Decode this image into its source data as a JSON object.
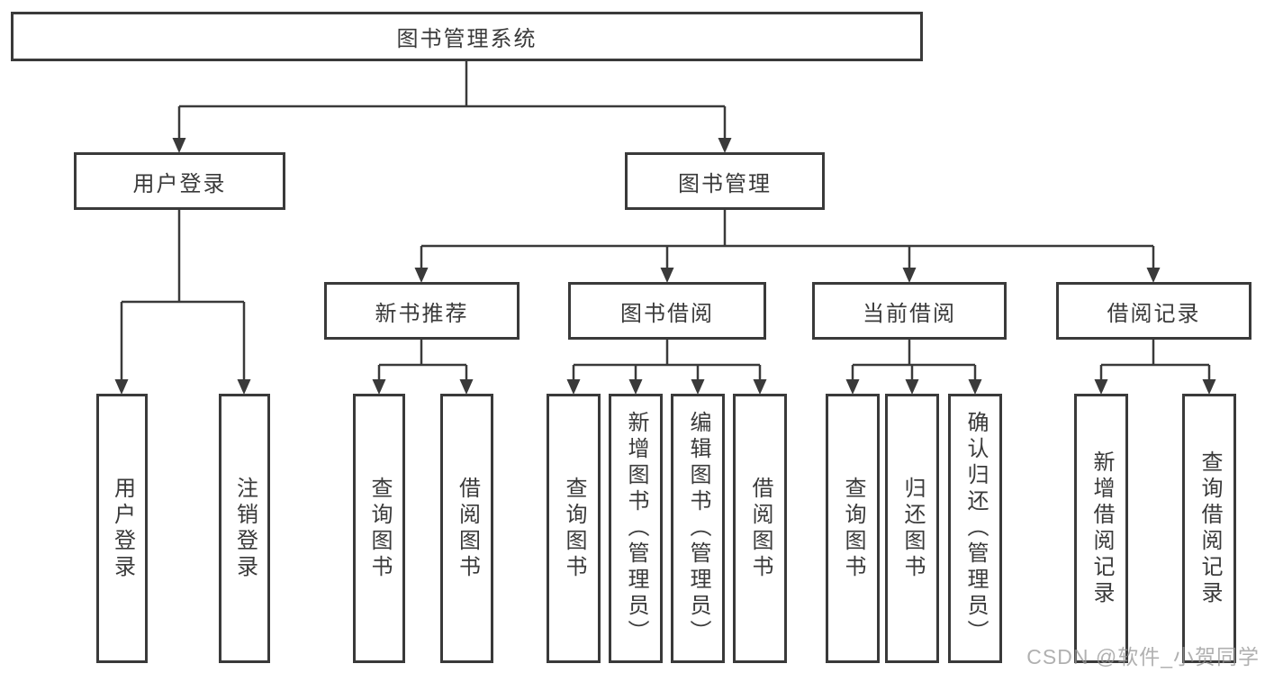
{
  "diagram": {
    "root": {
      "label": "图书管理系统"
    },
    "branches": [
      {
        "label": "用户登录",
        "children": [
          {
            "label": "用户登录"
          },
          {
            "label": "注销登录"
          }
        ]
      },
      {
        "label": "图书管理",
        "children": [
          {
            "label": "新书推荐",
            "children": [
              {
                "label": "查询图书"
              },
              {
                "label": "借阅图书"
              }
            ]
          },
          {
            "label": "图书借阅",
            "children": [
              {
                "label": "查询图书"
              },
              {
                "label": "新增图书（管理员）"
              },
              {
                "label": "编辑图书（管理员）"
              },
              {
                "label": "借阅图书"
              }
            ]
          },
          {
            "label": "当前借阅",
            "children": [
              {
                "label": "查询图书"
              },
              {
                "label": "归还图书"
              },
              {
                "label": "确认归还（管理员）"
              }
            ]
          },
          {
            "label": "借阅记录",
            "children": [
              {
                "label": "新增借阅记录"
              },
              {
                "label": "查询借阅记录"
              }
            ]
          }
        ]
      }
    ]
  },
  "watermark": {
    "text": "CSDN @软件_小贺同学"
  },
  "colors": {
    "line": "#3a3a3a",
    "text": "#3a3a3a",
    "background": "#ffffff",
    "watermark": "#969696"
  }
}
